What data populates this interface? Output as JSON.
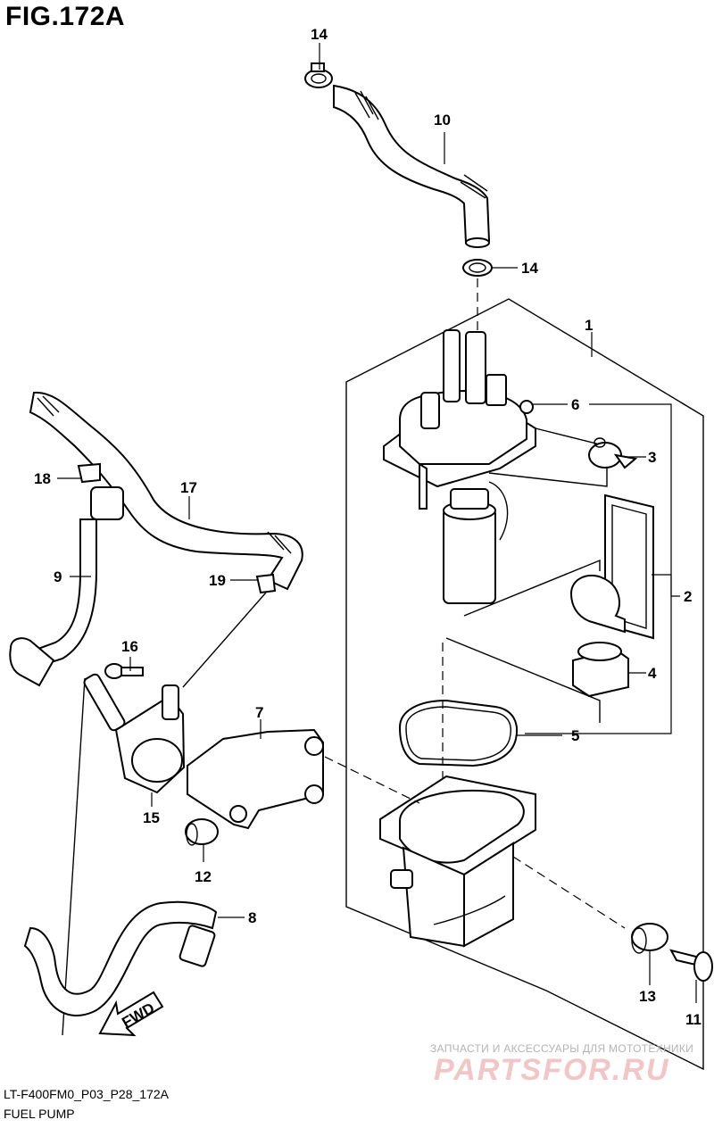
{
  "figure": {
    "title": "FIG.172A",
    "code": "LT-F400FM0_P03_P28_172A",
    "name": "FUEL PUMP"
  },
  "callouts": {
    "n1": "1",
    "n2": "2",
    "n3": "3",
    "n4": "4",
    "n5": "5",
    "n6": "6",
    "n7": "7",
    "n8": "8",
    "n9": "9",
    "n10": "10",
    "n11": "11",
    "n12": "12",
    "n13": "13",
    "n14a": "14",
    "n14b": "14",
    "n15": "15",
    "n16": "16",
    "n17": "17",
    "n18": "18",
    "n19": "19"
  },
  "fwd_label": "FWD",
  "watermark": {
    "subtitle": "ЗАПЧАСТИ И АКСЕССУАРЫ ДЛЯ МОТОТЕХНИКИ",
    "logo": "PARTSFOR.RU"
  }
}
